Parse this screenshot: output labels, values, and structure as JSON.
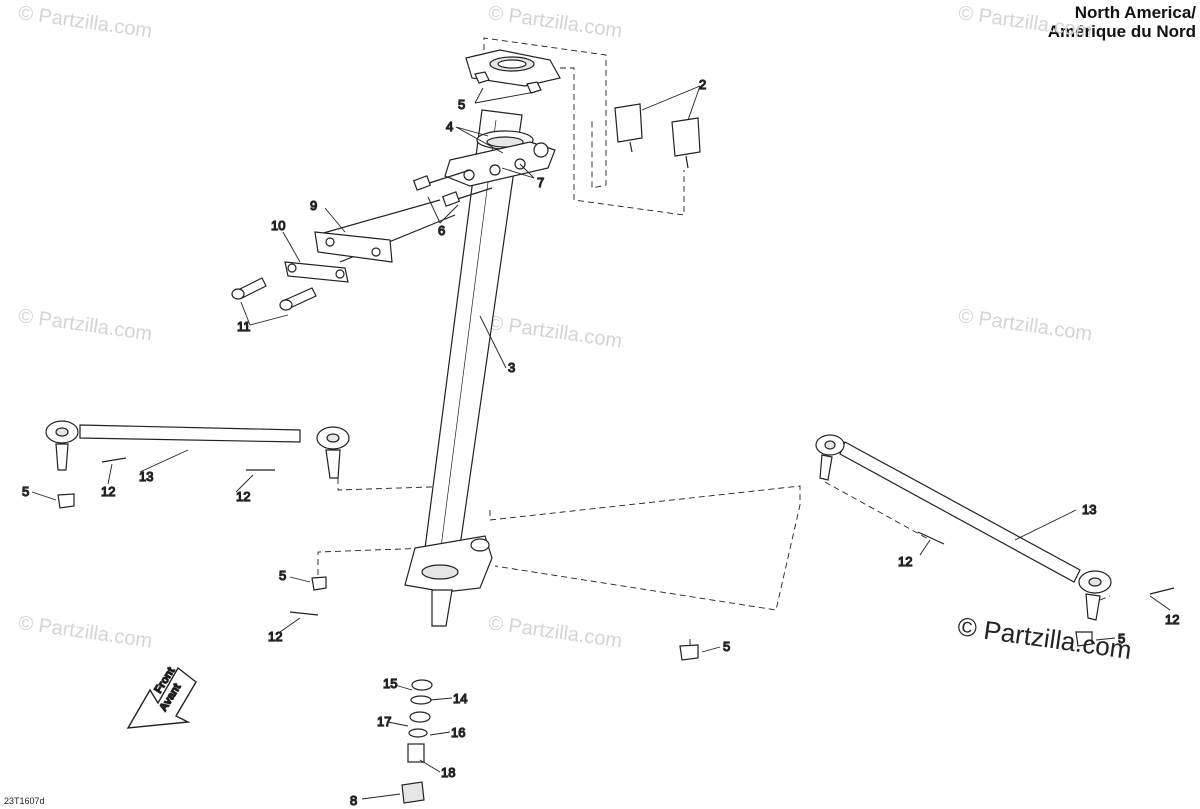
{
  "region_title": [
    "North America/",
    "Amérique du Nord"
  ],
  "watermark_text": "© Partzilla.com",
  "copyright_text": "© Partzilla.com",
  "diagram_ref": "23T1607d",
  "front_label": [
    "Front",
    "Avant"
  ],
  "callouts": {
    "c2": "2",
    "c3": "3",
    "c4": "4",
    "c5a": "5",
    "c5b": "5",
    "c5c": "5",
    "c5d": "5",
    "c5e": "5",
    "c6": "6",
    "c7": "7",
    "c8": "8",
    "c9": "9",
    "c10": "10",
    "c11": "11",
    "c12a": "12",
    "c12b": "12",
    "c12c": "12",
    "c12d": "12",
    "c12e": "12",
    "c13a": "13",
    "c13b": "13",
    "c14": "14",
    "c15": "15",
    "c16": "16",
    "c17": "17",
    "c18": "18"
  },
  "colors": {
    "line": "#222222",
    "watermark": "#d4d4d4",
    "fill": "#ffffff",
    "shade": "#e6e6e6"
  }
}
